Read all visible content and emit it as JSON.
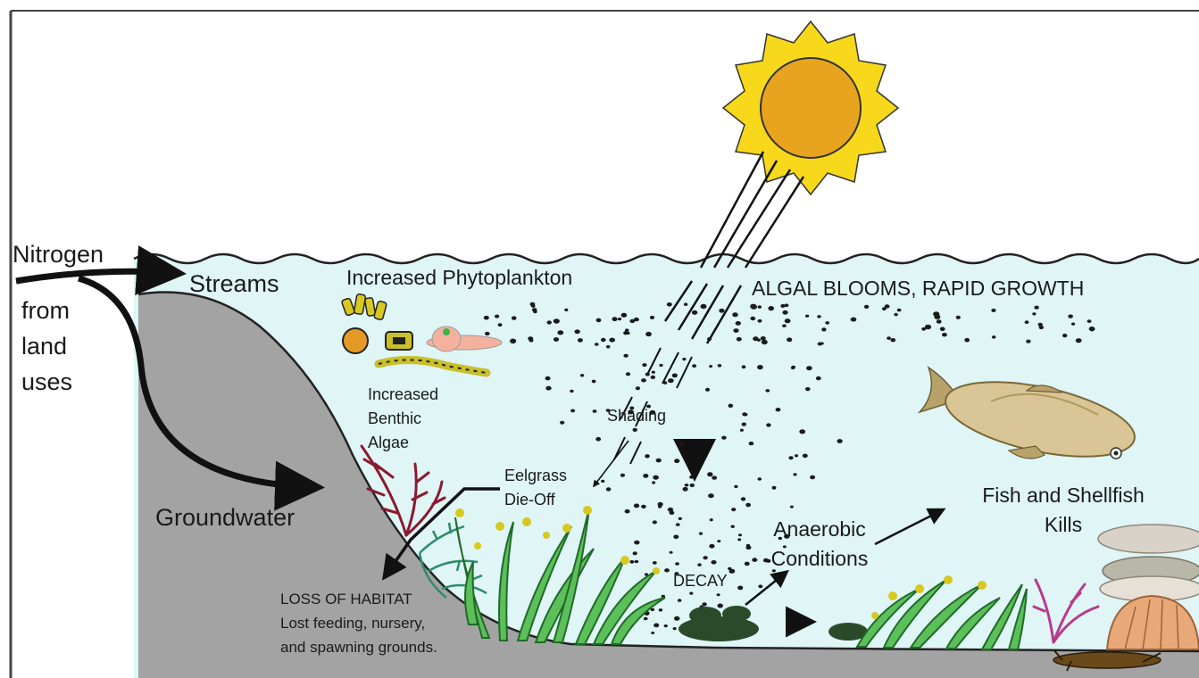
{
  "labels": {
    "nitrogen": "Nitrogen",
    "from_land_uses": [
      "from",
      "land",
      "uses"
    ],
    "streams": "Streams",
    "groundwater": "Groundwater",
    "increased_phytoplankton": "Increased Phytoplankton",
    "algal_blooms": "ALGAL BLOOMS, RAPID GROWTH",
    "increased_benthic_algae": [
      "Increased",
      "Benthic",
      "Algae"
    ],
    "shading": "Shading",
    "eelgrass_die_off": [
      "Eelgrass",
      "Die-Off"
    ],
    "loss_of_habitat_title": "LOSS OF HABITAT",
    "loss_of_habitat_desc": [
      "Lost feeding, nursery,",
      "and spawning grounds."
    ],
    "decay": "DECAY",
    "anaerobic_conditions": [
      "Anaerobic",
      "Conditions"
    ],
    "fish_shellfish_kills": [
      "Fish and Shellfish",
      "Kills"
    ]
  },
  "colors": {
    "water": "#dff5f6",
    "seabed": "#a3a3a3",
    "sun_core": "#e8a41f",
    "sun_rays": "#f7d81b",
    "eelgrass": "#4caf50",
    "red_algae": "#8b1a2e",
    "arrow": "#111111"
  },
  "icons": [
    "sun-icon",
    "fish-icon",
    "shellfish-icon",
    "eelgrass-icon",
    "red-algae-icon",
    "phytoplankton-icon"
  ]
}
